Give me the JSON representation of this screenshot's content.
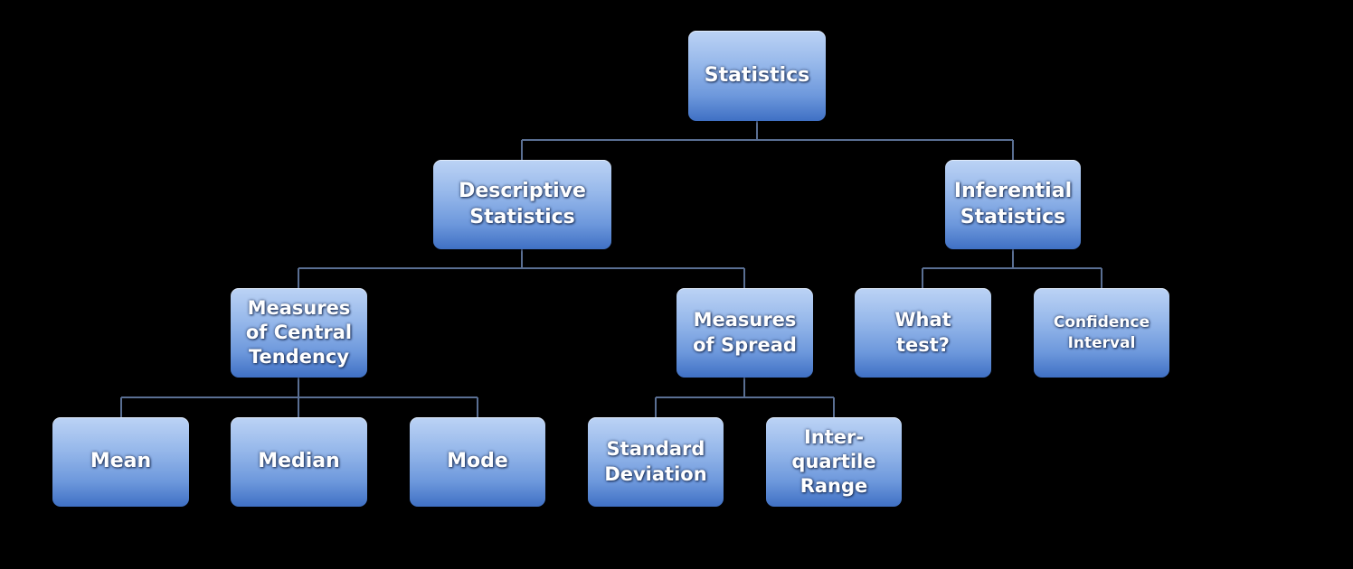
{
  "nodes": {
    "statistics": "Statistics",
    "descriptive": "Descriptive\nStatistics",
    "inferential": "Inferential\nStatistics",
    "central_tendency": "Measures\nof Central\nTendency",
    "spread": "Measures\nof Spread",
    "what_test": "What\ntest?",
    "confidence_interval": "Confidence\nInterval",
    "mean": "Mean",
    "median": "Median",
    "mode": "Mode",
    "standard_deviation": "Standard\nDeviation",
    "interquartile_range": "Inter-\nquartile\nRange"
  },
  "colors": {
    "background": "#000000",
    "node_top": "#bcd3f5",
    "node_bottom": "#3f70c4",
    "connector": "#5a6f93"
  }
}
